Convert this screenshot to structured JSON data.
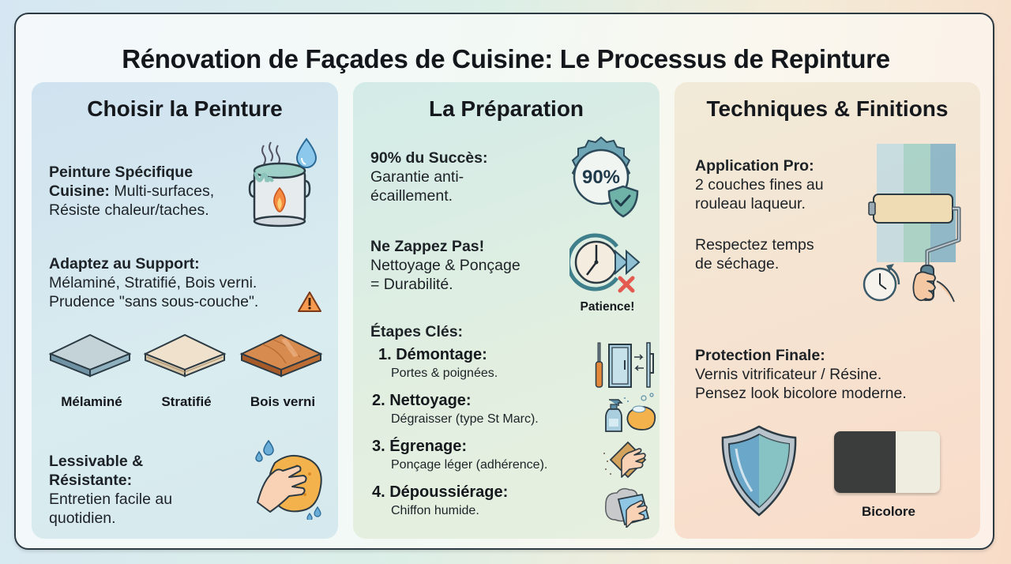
{
  "title": "Rénovation de Façades de Cuisine: Le Processus de Repinture",
  "colors": {
    "frame_border": "#2c3a44",
    "panel1_bg": "#d3e6ef",
    "panel2_bg": "#dcedE4",
    "panel3_bg": "#f5e2d0",
    "accent_blue": "#4f8fb0",
    "accent_teal": "#5aa39a",
    "flame_orange": "#f07a3a",
    "warning_orange": "#f39a4a",
    "cross_red": "#e45a50",
    "bicolor_dark": "#3b3c3e",
    "bicolor_light": "#efece0"
  },
  "panels": [
    {
      "title": "Choisir la Peinture",
      "sections": [
        {
          "heading": "Peinture Spécifique",
          "heading2": "Cuisine:",
          "line1_rest": " Multi-surfaces,",
          "line3": "Résiste chaleur/taches.",
          "icon": "paint-can-icon"
        },
        {
          "heading": "Adaptez au Support:",
          "line1": "Mélaminé, Stratifié, Bois verni.",
          "line2": "Prudence \"sans sous-couche\".",
          "icon": "warning-icon"
        }
      ],
      "materials": [
        {
          "label": "Mélaminé",
          "icon": "melamine-board-icon"
        },
        {
          "label": "Stratifié",
          "icon": "laminate-board-icon"
        },
        {
          "label": "Bois verni",
          "icon": "varnished-wood-board-icon"
        }
      ],
      "bottom": {
        "heading1": "Lessivable &",
        "heading2": "Résistante:",
        "line1": "Entretien facile au",
        "line2": "quotidien.",
        "icon": "sponge-hand-icon"
      }
    },
    {
      "title": "La Préparation",
      "sections": [
        {
          "heading": "90% du Succès:",
          "line1": "Garantie anti-",
          "line2": "écaillement.",
          "badge_text": "90%",
          "icon": "badge-shield-check-icon"
        },
        {
          "heading": "Ne Zappez Pas!",
          "line1": "Nettoyage & Ponçage",
          "line2": "= Durabilité.",
          "icon_label": "Patience!",
          "icon": "clock-fast-forward-cross-icon"
        }
      ],
      "steps_heading": "Étapes Clés:",
      "steps": [
        {
          "title": "1. Démontage:",
          "desc": "Portes & poignées.",
          "icon": "screwdriver-door-icon"
        },
        {
          "title": "2. Nettoyage:",
          "desc": "Dégraisser (type St Marc).",
          "icon": "spray-sponge-icon"
        },
        {
          "title": "3. Égrenage:",
          "desc": "Ponçage léger (adhérence).",
          "icon": "sanding-hand-icon"
        },
        {
          "title": "4. Dépoussiérage:",
          "desc": "Chiffon humide.",
          "icon": "dust-cloth-icon"
        }
      ]
    },
    {
      "title": "Techniques & Finitions",
      "sections": [
        {
          "heading": "Application Pro:",
          "line1": "2 couches fines au",
          "line2": "rouleau laqueur.",
          "line3": "Respectez temps",
          "line4": "de séchage.",
          "icon": "paint-roller-clock-icon"
        },
        {
          "heading": "Protection Finale:",
          "line1": "Vernis vitrificateur / Résine.",
          "line2": "Pensez look bicolore moderne.",
          "icon": "shield-icon"
        }
      ],
      "bicolor_label": "Bicolore"
    }
  ]
}
